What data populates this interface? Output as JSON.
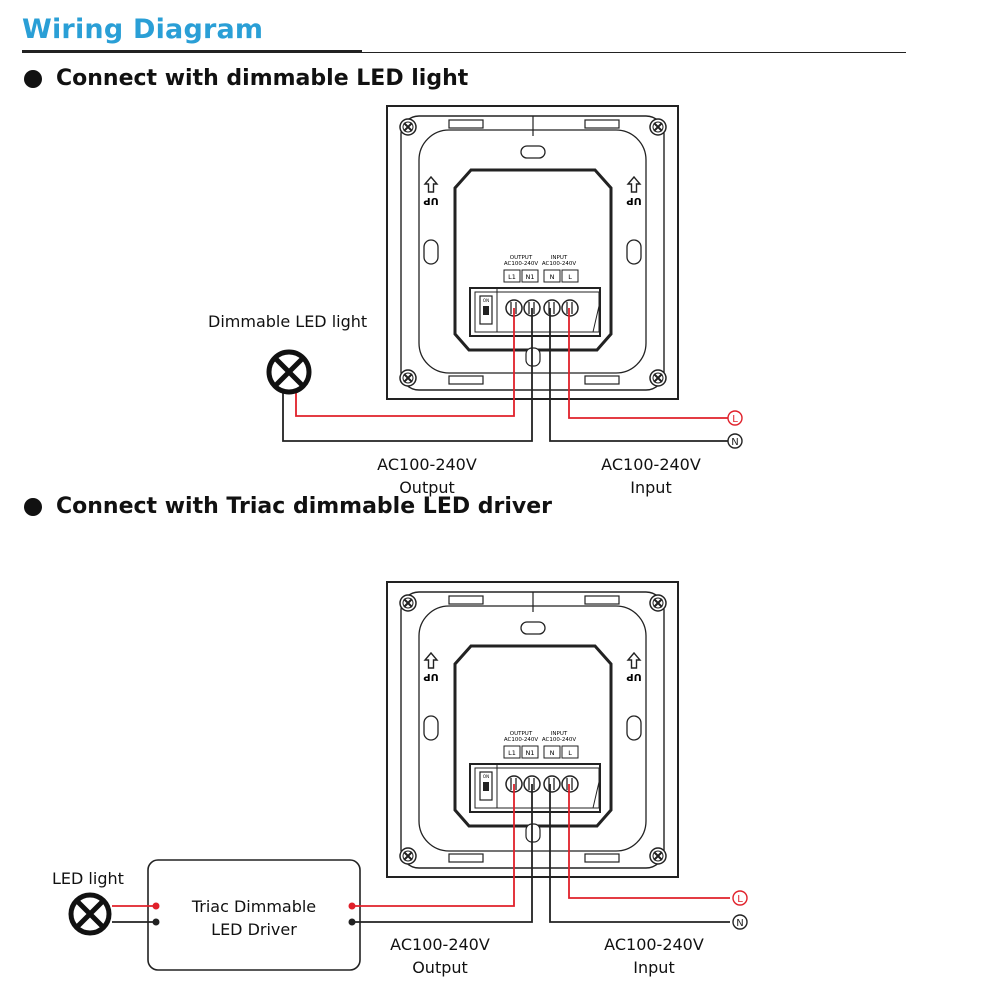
{
  "title": "Wiring Diagram",
  "colors": {
    "title": "#2a9fd6",
    "live_wire": "#e0202a",
    "neutral_wire": "#222222"
  },
  "section1": {
    "heading": "Connect with dimmable LED light",
    "load_label": "Dimmable LED light",
    "output_label_1": "AC100-240V",
    "output_label_2": "Output",
    "input_label_1": "AC100-240V",
    "input_label_2": "Input",
    "live_marker": "L",
    "neutral_marker": "N"
  },
  "section2": {
    "heading": "Connect with Triac dimmable LED driver",
    "load_label": "LED light",
    "driver_label_1": "Triac Dimmable",
    "driver_label_2": "LED Driver",
    "output_label_1": "AC100-240V",
    "output_label_2": "Output",
    "input_label_1": "AC100-240V",
    "input_label_2": "Input",
    "live_marker": "L",
    "neutral_marker": "N"
  },
  "device": {
    "up_label": "UP",
    "output_header_1": "OUTPUT",
    "output_header_2": "AC100-240V",
    "input_header_1": "INPUT",
    "input_header_2": "AC100-240V",
    "terminals": [
      "L1",
      "N1",
      "N",
      "L"
    ],
    "switch_label": "ON"
  }
}
